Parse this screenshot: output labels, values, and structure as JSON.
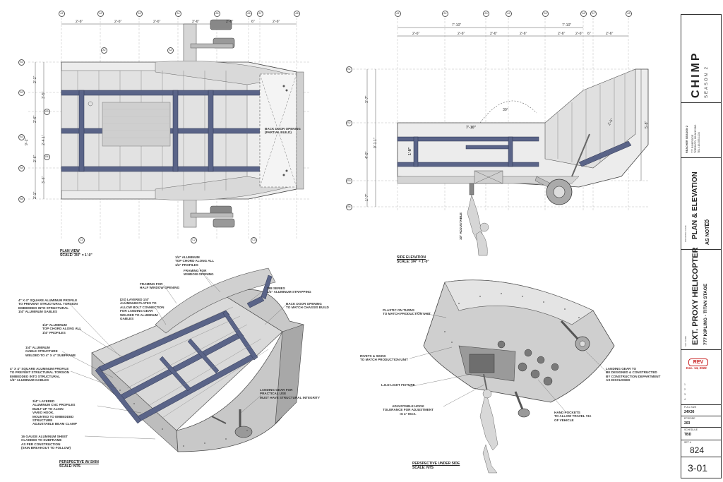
{
  "plan": {
    "grid_top": [
      "A1",
      "A2",
      "A3",
      "A4",
      "A5",
      "A6",
      "A7",
      "A8"
    ],
    "grid_mid": [
      "A2",
      "A4"
    ],
    "grid_left": [
      "B1",
      "B2",
      "B3",
      "B4",
      "B5"
    ],
    "grid_inner": [
      "B3",
      "B4"
    ],
    "grid_bottom": [
      "C1",
      "C2",
      "C3"
    ],
    "dims_top": [
      "2'-6\"",
      "2'-6\"",
      "2'-6\"",
      "2'-6\"",
      "2'-6\"",
      "6\"",
      "2'-6\""
    ],
    "dims_left": [
      "2'-1\"",
      "3'-5\"",
      "2'-6\"",
      "9'-2\"",
      "2'-4 1\"",
      "2'-6\"",
      "3'-6\"",
      "2'-1\""
    ],
    "callout_back_door": "BACK DOOR OPENING\n(PARTIAL BUILD)",
    "title": "PLAN VIEW",
    "scale": "SCALE: 3/4\" = 1'-0\""
  },
  "elevation": {
    "grid_top": [
      "A1",
      "A2",
      "A3",
      "A4",
      "A5",
      "A6",
      "A7",
      "A8"
    ],
    "grid_left": [
      "B1",
      "B2",
      "B3",
      "B4"
    ],
    "dims_top": [
      "7'-10\"",
      "7'-10\""
    ],
    "dims_top2": [
      "2'-6\"",
      "2'-6\"",
      "2'-6\"",
      "2'-6\"",
      "2'-6\"",
      "2'-6\"",
      "6\"",
      "2'-6\""
    ],
    "dims_left": [
      "3'-7\"",
      "4'-0\"",
      "9'-1 1\"",
      "1'-7\""
    ],
    "dim_inner_width": "7'-10\"",
    "dim_inner_height": "1'-8\"",
    "dim_angle": "30°",
    "dim_right": "5'-8\"",
    "dim_ramp": "2'-5\"",
    "callout_adjustable": "10\" ADJUSTABLE",
    "title": "SIDE ELEVATION",
    "scale": "SCALE: 3/4\" = 1'-0\""
  },
  "persp_skin": {
    "title": "PERSPECTIVE W/ SKIN",
    "scale": "SCALE: NTS",
    "notes": [
      "1/4\" ALUMINUM\nTOP CHORD ALONG ALL\n1/4\" PROFILES",
      "FRAMING FOR\nWINDOW OPENING",
      "FRAMING FOR\nHALF WINDOW OPENING",
      "(2x) LAYERED 1/4\"\nALUMINUM PLATES TO\nALLOW BOLT CONNECTION\nFOR LANDING GEAR\nWELDED TO ALUMINUM\nGABLES",
      "288 SERIES\n1/2\" ALUMINUM STRAPPING",
      "BACK DOOR OPENING\nTO MATCH CHASSIS BUILD",
      "4\" X 4\" SQUARE ALUMINUM PROFILE\nTO PREVENT STRUCTURAL TORSION\nEMBEDDED INTO STRUCTURAL\n1/4\" ALUMINUM GABLES",
      "1/4\" ALUMINUM\nTOP CHORD ALONG ALL\n1/4\" PROFILES",
      "1/4\" ALUMINUM\nGABLE STRUCTURE\nWELDED TO 4\" X 4\" SUBFRAME",
      "4\" X 4\" SQUARE ALUMINUM PROFILE\nTO PREVENT STRUCTURAL TORSION\nEMBEDDED INTO STRUCTURAL\n1/4\" ALUMINUM GABLES",
      "LANDING GEAR FOR\nPRACTICAL USE\nMUST HAVE STRUCTURAL INTEGRITY",
      "3/4\" LAYERED\nALUMINUM CNC PROFILES\nBUILT UP TO ALIGN\nVARIO HOOK.\nMOUNTED TO EMBEDDED\nSTRUCTURE\nADJUSTABLE BEAM CLAMP",
      "16 GAUGE ALUMINUM SHEET\nCLADDED TO SUBFRAME\nAS PER CONSTRUCTION\n(SKIN BREAKOUT TO FOLLOW)"
    ]
  },
  "persp_under": {
    "title": "PERSPECTIVE UNDER SIDE",
    "scale": "SCALE: NTS",
    "notes": [
      "PLASTIC ON TURNS\nTO MATCH PRODUCTION UNIT",
      "RIVETS & SKINS\nTO MATCH PRODUCTION UNIT",
      "L.E.D LIGHT FIXTURE",
      "ADJUSTABLE HOOK\nTOLERANCE FOR ADJUSTMENT\nIS 4\" MAX.",
      "HAND POCKETS\nTO ALLOW TRAVEL VIA\nOF VEHICLE",
      "LANDING GEAR TO\nBE DESIGNED & CONSTRUCTED\nBY CONSTRUCTION DEPARTMENT\nAS DISCUSSED"
    ]
  },
  "titleblock": {
    "logo": "CHIMP",
    "season": "SEASON 2",
    "show": "REACHER SEASON 2",
    "address": "777 RIVERSIDE\nTORONTO, ON M1C2N3\nTEL 416-555-1234",
    "drawing_name_label": "DRAWING NAME",
    "drawing_name": "PLAN & ELEVATION",
    "scale_label": "SCALE",
    "scale": "AS NOTED",
    "set_label": "SET NAME",
    "set_name": "EXT. PROXY HELICOPTER",
    "stage": "777 KIPLING - TITAN STAGE",
    "rev_label": "REV",
    "rev_date": "Dec. 14, 2022",
    "rev_rows": [
      "1",
      "2",
      "3",
      "4"
    ],
    "size_label": "FULL SIZE",
    "size": "24X36",
    "ep_label": "EPISODE",
    "ep": "203",
    "page_label": "SCHEDULE",
    "page": "TBD",
    "set_no_label": "SET #",
    "set_no": "824",
    "sheet": "3-01"
  }
}
